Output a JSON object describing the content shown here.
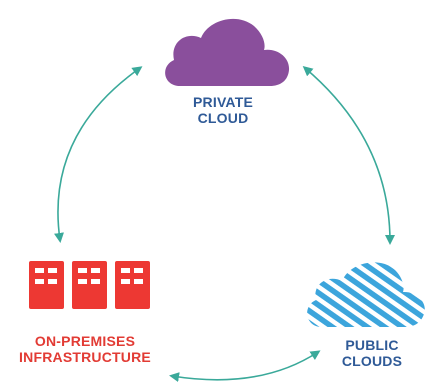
{
  "colors": {
    "arrow": "#3aa99a",
    "private_cloud": "#8a4f9c",
    "on_premises": "#ed3833",
    "public_cloud": "#3ca5dc",
    "label_blue": "#2f5a97",
    "label_red": "#e23b34"
  },
  "nodes": {
    "private_cloud": {
      "icon": "cloud-icon",
      "label_line1": "PRIVATE",
      "label_line2": "CLOUD"
    },
    "on_premises": {
      "icon": "server-icon",
      "label_line1": "ON-PREMISES",
      "label_line2": "INFRASTRUCTURE"
    },
    "public_clouds": {
      "icon": "striped-cloud-icon",
      "label_line1": "PUBLIC",
      "label_line2": "CLOUDS"
    }
  },
  "connections": [
    {
      "from": "private_cloud",
      "to": "on_premises",
      "bidirectional": true
    },
    {
      "from": "private_cloud",
      "to": "public_clouds",
      "bidirectional": true
    },
    {
      "from": "on_premises",
      "to": "public_clouds",
      "bidirectional": true
    }
  ]
}
